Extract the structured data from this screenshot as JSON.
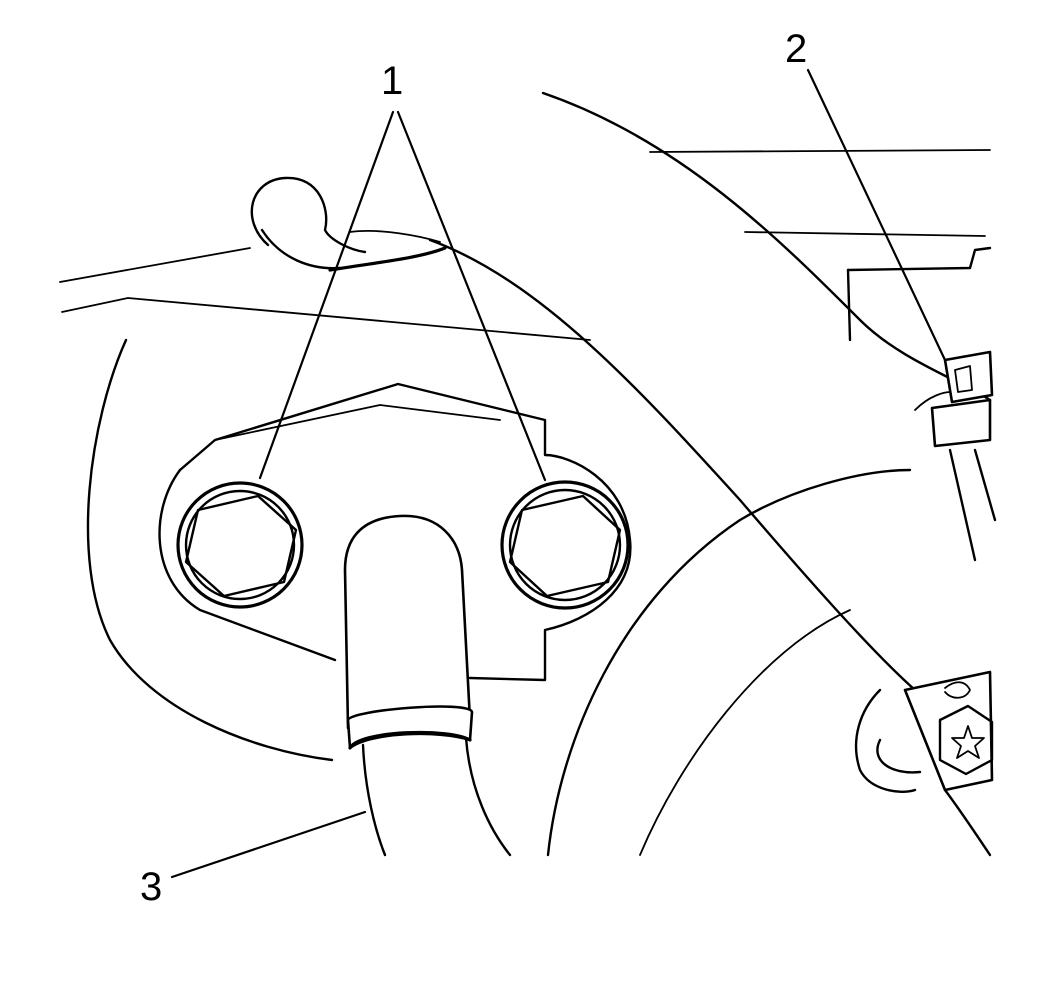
{
  "callouts": [
    {
      "id": "1",
      "label": "1"
    },
    {
      "id": "2",
      "label": "2"
    },
    {
      "id": "3",
      "label": "3"
    }
  ],
  "colors": {
    "line": "#000000",
    "background": "#ffffff"
  },
  "icons": {
    "bolt": "hex-bolt-icon",
    "fastener": "torx-bolt-icon"
  }
}
